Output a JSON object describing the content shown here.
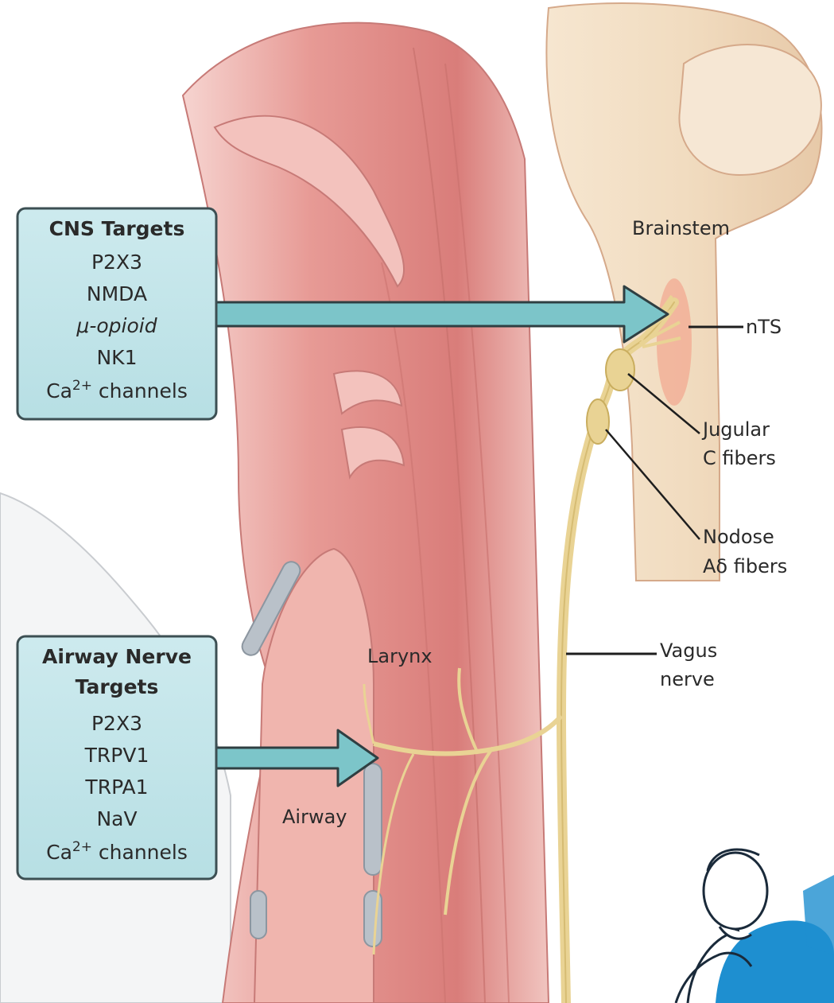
{
  "cns_box": {
    "title": "CNS Targets",
    "items": [
      "P2X3",
      "NMDA",
      "μ-opioid",
      "NK1"
    ],
    "ca_prefix": "Ca",
    "ca_sup": "2+",
    "ca_suffix": " channels"
  },
  "airway_box": {
    "title_line1": "Airway Nerve",
    "title_line2": "Targets",
    "items": [
      "P2X3",
      "TRPV1",
      "TRPA1",
      "NaV"
    ],
    "ca_prefix": "Ca",
    "ca_sup": "2+",
    "ca_suffix": " channels"
  },
  "labels": {
    "brainstem": "Brainstem",
    "nts": "nTS",
    "jugular_line1": "Jugular",
    "jugular_line2": "C fibers",
    "nodose_line1": "Nodose",
    "nodose_line2": "Aδ fibers",
    "vagus_line1": "Vagus",
    "vagus_line2": "nerve",
    "larynx": "Larynx",
    "airway": "Airway"
  },
  "colors": {
    "box_fill": "#c3e6ea",
    "box_border": "#3c4f53",
    "arrow": "#7cc5c9",
    "tissue": "#e79a95",
    "brainstem": "#f1dcc0",
    "nerve": "#e9d394",
    "nts_region": "#f2aa92",
    "cartilage": "#b9c1c9",
    "mascot": "#1e8fd0"
  }
}
